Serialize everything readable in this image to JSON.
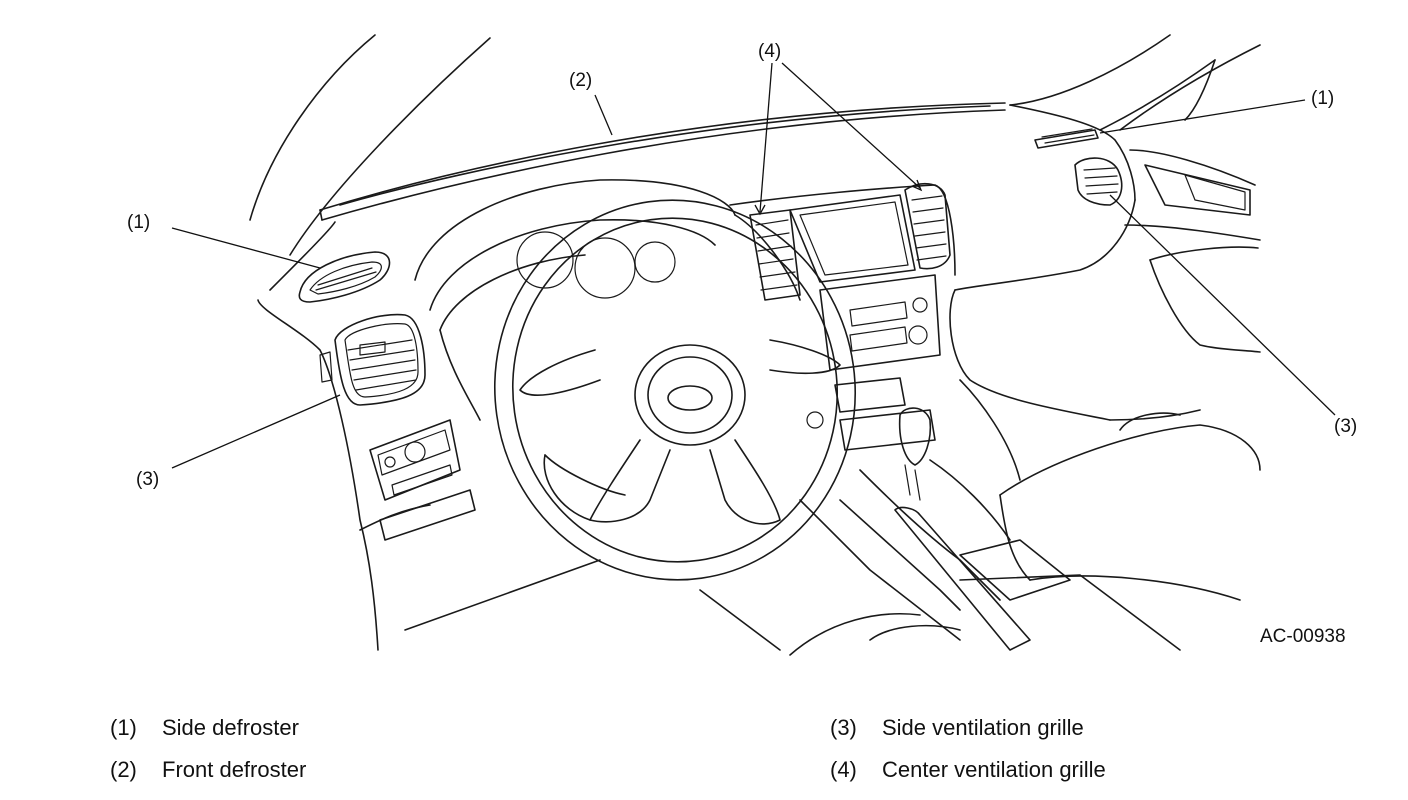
{
  "figure_code": "AC-00938",
  "callouts": {
    "c1_left": "(1)",
    "c1_right": "(1)",
    "c2": "(2)",
    "c3_left": "(3)",
    "c3_right": "(3)",
    "c4": "(4)"
  },
  "legend": [
    {
      "number": "(1)",
      "label": "Side defroster"
    },
    {
      "number": "(2)",
      "label": "Front defroster"
    },
    {
      "number": "(3)",
      "label": "Side ventilation grille"
    },
    {
      "number": "(4)",
      "label": "Center ventilation grille"
    }
  ]
}
